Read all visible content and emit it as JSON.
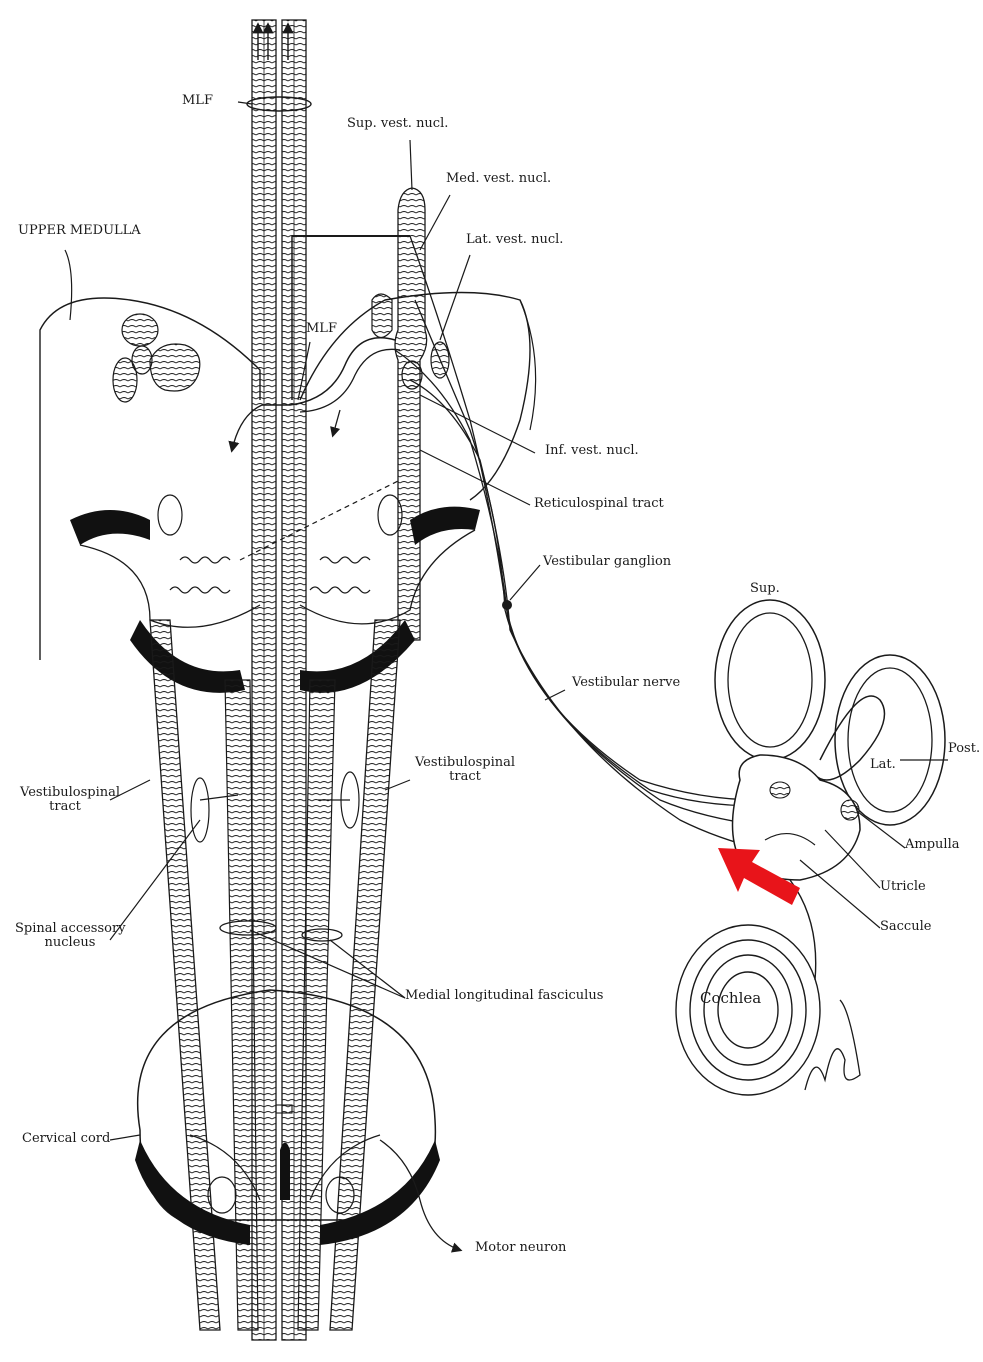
{
  "labels": {
    "mlf_top": "MLF",
    "sup_vest_nucl": "Sup. vest. nucl.",
    "med_vest_nucl": "Med. vest. nucl.",
    "lat_vest_nucl": "Lat. vest. nucl.",
    "upper_medulla": "UPPER MEDULLA",
    "mlf_mid": "MLF",
    "inf_vest_nucl": "Inf. vest. nucl.",
    "reticulospinal_tract": "Reticulospinal tract",
    "vestibular_ganglion": "Vestibular ganglion",
    "vestibular_nerve": "Vestibular nerve",
    "sup": "Sup.",
    "lat": "Lat.",
    "post": "Post.",
    "ampulla": "Ampulla",
    "utricle": "Utricle",
    "saccule": "Saccule",
    "cochlea": "Cochlea",
    "vestibulospinal_tract_left_1": "Vestibulospinal",
    "vestibulospinal_tract_left_2": "tract",
    "vestibulospinal_tract_right_1": "Vestibulospinal",
    "vestibulospinal_tract_right_2": "tract",
    "spinal_accessory_1": "Spinal accessory",
    "spinal_accessory_2": "nucleus",
    "medial_longitudinal_fasciculus": "Medial longitudinal fasciculus",
    "cervical_cord": "Cervical cord",
    "motor_neuron": "Motor neuron"
  },
  "colors": {
    "ink": "#1a1a1a",
    "highlight_arrow": "#e8141a",
    "background": "#ffffff"
  }
}
